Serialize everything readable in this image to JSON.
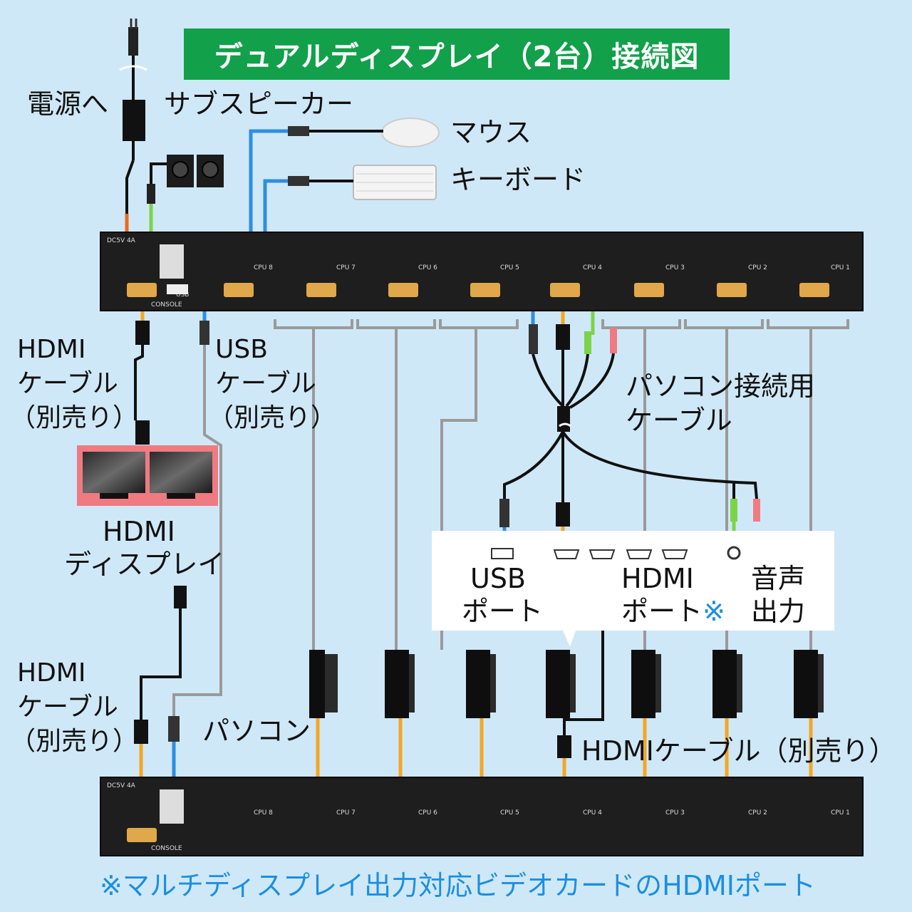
{
  "title": "デュアルディスプレイ（2台）接続図",
  "labels": {
    "power": "電源へ",
    "sub_speaker": "サブスピーカー",
    "mouse": "マウス",
    "keyboard": "キーボード",
    "hdmi_cable_top": [
      "HDMI",
      "ケーブル",
      "（別売り）"
    ],
    "usb_cable": [
      "USB",
      "ケーブル",
      "（別売り）"
    ],
    "hdmi_display": [
      "HDMI",
      "ディスプレイ"
    ],
    "pc_connection_cable": [
      "パソコン接続用",
      "ケーブル"
    ],
    "usb_port": [
      "USB",
      "ポート"
    ],
    "hdmi_port": [
      "HDMI",
      "ポート"
    ],
    "hdmi_port_mark": "※",
    "audio_out": [
      "音声",
      "出力"
    ],
    "hdmi_cable_bottom": [
      "HDMI",
      "ケーブル",
      "（別売り）"
    ],
    "pc": "パソコン",
    "hdmi_cable_right": "HDMIケーブル（別売り）"
  },
  "kvm_panel": {
    "dc": "DC5V 4A",
    "console": "CONSOLE",
    "hdmi": "HDMI",
    "usb": "USB",
    "cpu_ports": [
      "CPU 8",
      "CPU 7",
      "CPU 6",
      "CPU 5",
      "CPU 4",
      "CPU 3",
      "CPU 2",
      "CPU 1"
    ]
  },
  "footnote": "※マルチディスプレイ出力対応ビデオカードのHDMIポート",
  "colors": {
    "background": "#cfe8f7",
    "title_bg": "#12a04a",
    "usb_wire": "#2f8ee0",
    "hdmi_wire": "#f5a623",
    "audio_green": "#7cd34a",
    "power_orange": "#e86a1c",
    "display_frame": "#f07a82",
    "footnote": "#1c8fe0",
    "gray_wire": "#9a9a9a"
  }
}
